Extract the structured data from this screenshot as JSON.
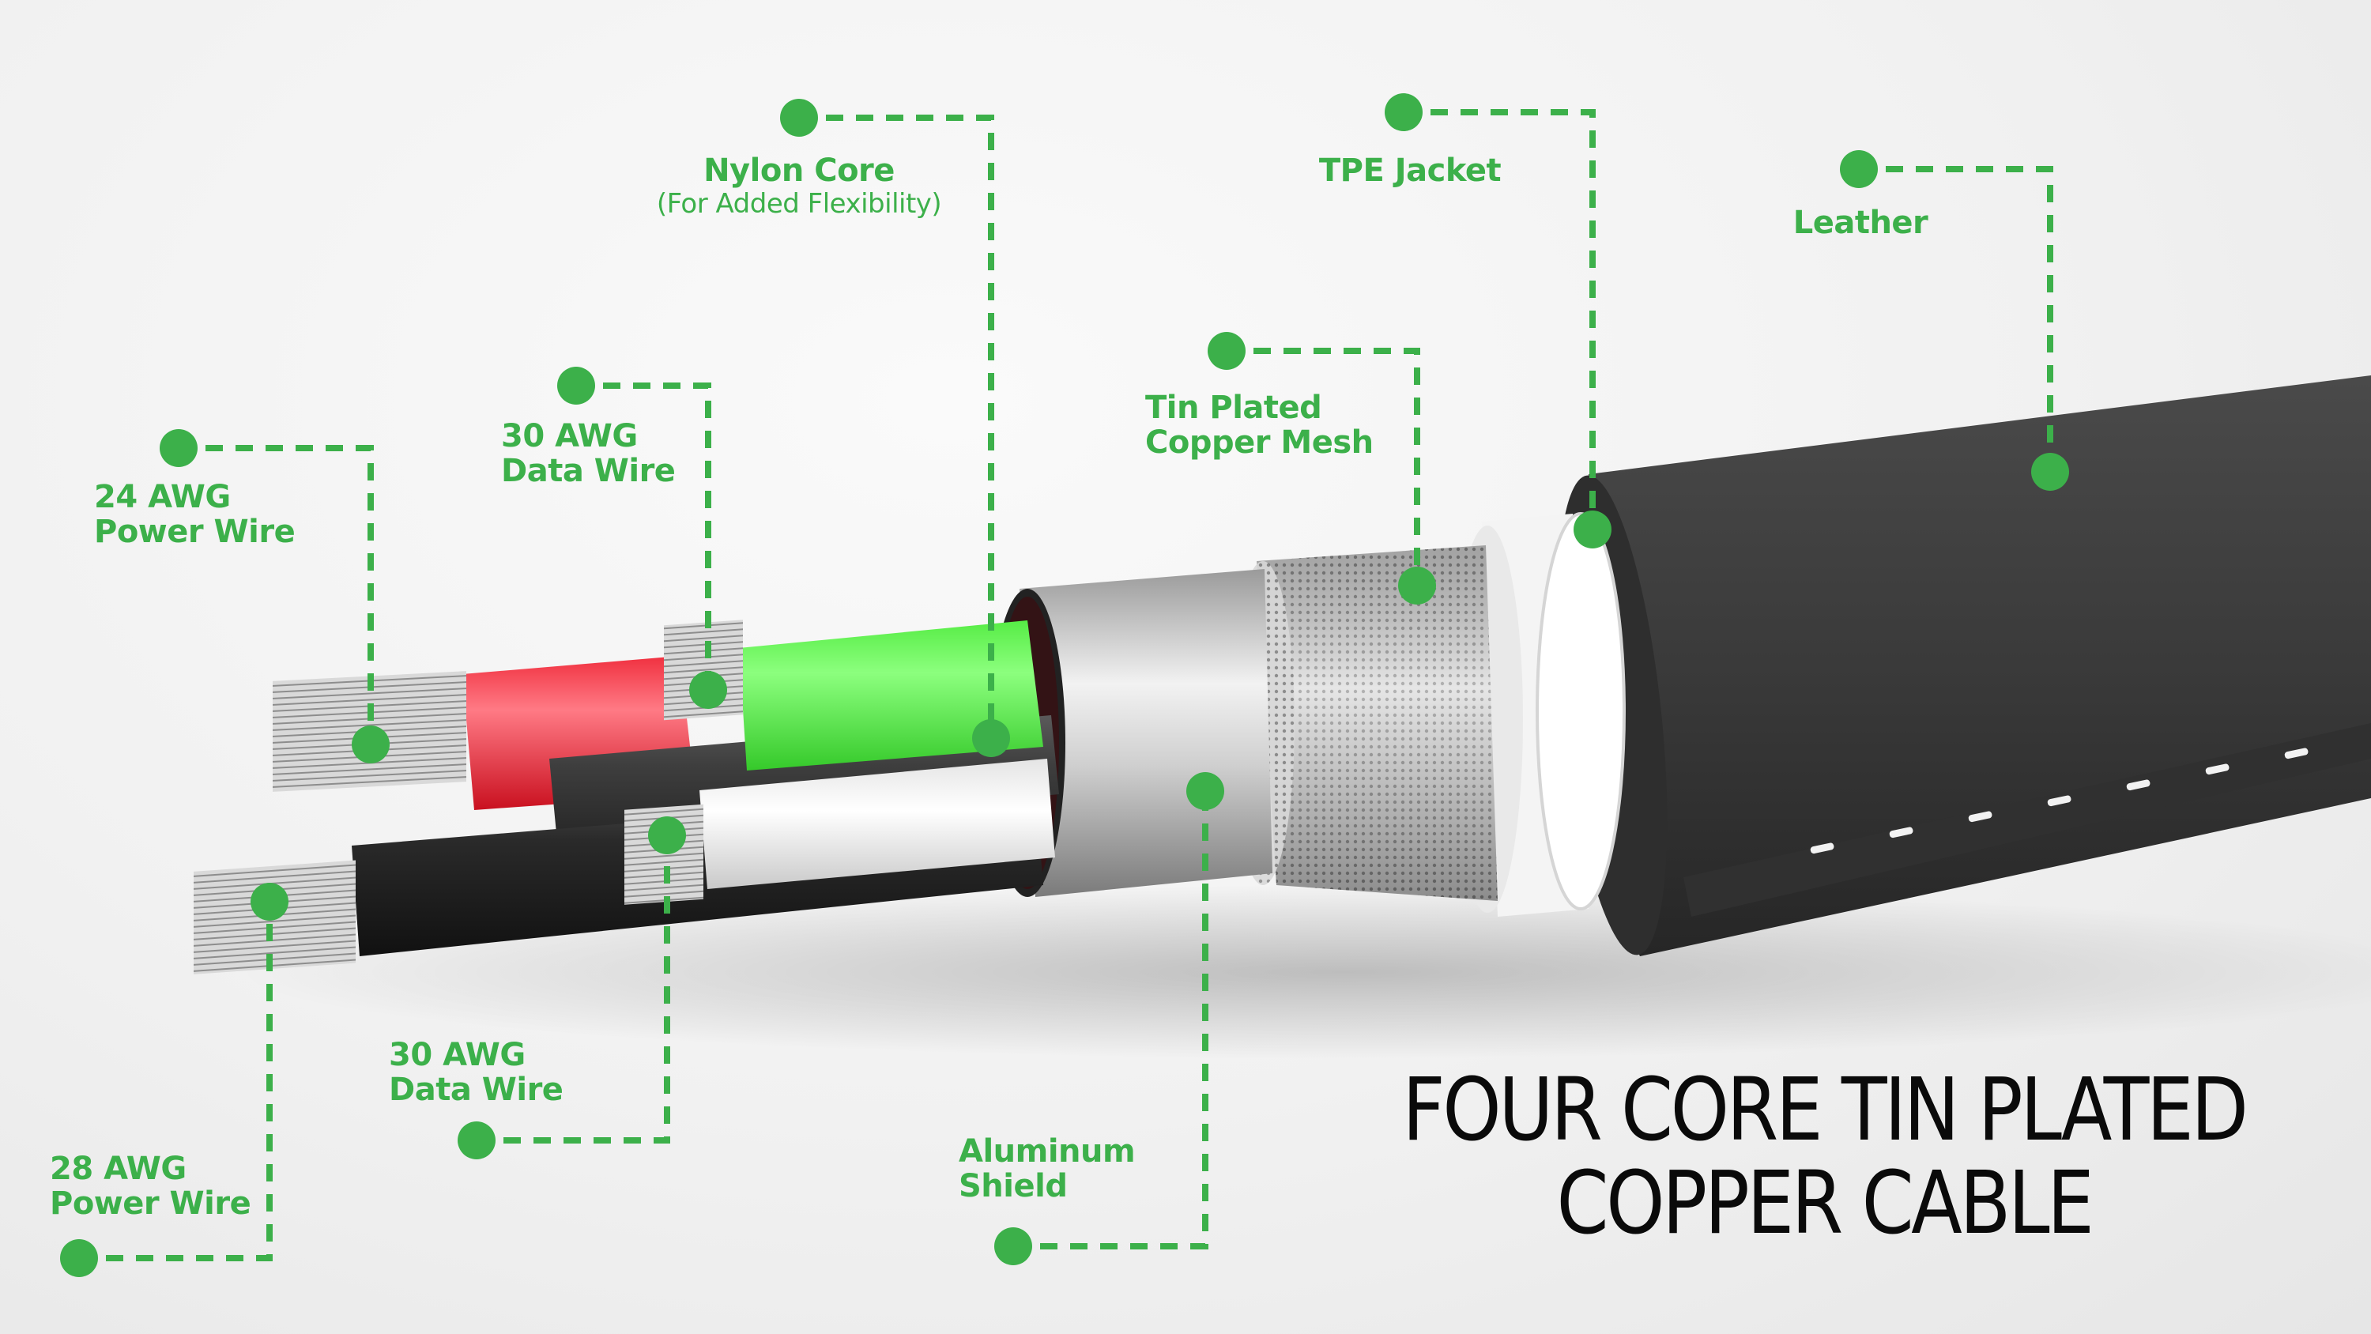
{
  "diagram": {
    "title_line1": "FOUR CORE TIN PLATED",
    "title_line2": "COPPER CABLE",
    "accent_color": "#3cb04a",
    "callouts": [
      {
        "id": "nylon-core",
        "label": "Nylon Core",
        "sublabel": "(For Added Flexibility)"
      },
      {
        "id": "tpe-jacket",
        "label": "TPE Jacket"
      },
      {
        "id": "leather",
        "label": "Leather"
      },
      {
        "id": "tin-plated-copper-mesh",
        "label_line1": "Tin Plated",
        "label_line2": "Copper Mesh"
      },
      {
        "id": "30-awg-data-wire-top",
        "label_line1": "30 AWG",
        "label_line2": "Data Wire"
      },
      {
        "id": "24-awg-power-wire",
        "label_line1": "24 AWG",
        "label_line2": "Power Wire"
      },
      {
        "id": "30-awg-data-wire-bottom",
        "label_line1": "30 AWG",
        "label_line2": "Data Wire"
      },
      {
        "id": "28-awg-power-wire",
        "label_line1": "28 AWG",
        "label_line2": "Power Wire"
      },
      {
        "id": "aluminum-shield",
        "label_line1": "Aluminum",
        "label_line2": "Shield"
      }
    ],
    "wire_colors": {
      "red": "#e8192c",
      "green": "#4be83c",
      "black": "#1e1e1e",
      "dark_gray": "#3a3a3a",
      "white": "#f4f4f4",
      "leather": "#3c3c3c"
    }
  }
}
